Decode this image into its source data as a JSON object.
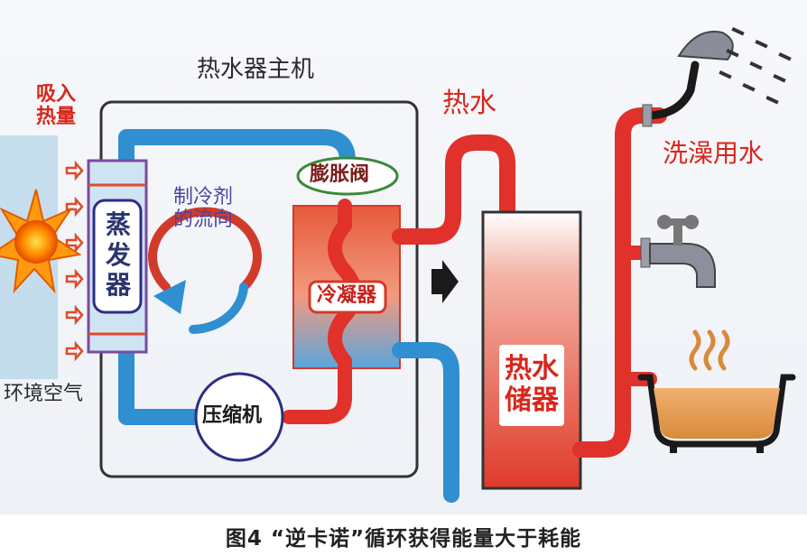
{
  "labels": {
    "host_unit": "热水器主机",
    "absorb_heat": "吸入\n热量",
    "ambient_air": "环境空气",
    "evaporator": "蒸\n发\n器",
    "refrigerant_flow": "制冷剂\n的流向",
    "expansion_valve": "膨胀阀",
    "condenser": "冷凝器",
    "compressor": "压缩机",
    "hot_water": "热水",
    "hot_water_tank": "热水\n储器",
    "bath_water": "洗澡用水"
  },
  "caption": "图4 “逆卡诺”循环获得能量大于耗能",
  "colors": {
    "hot_pipe": "#e0312a",
    "cold_pipe": "#2f8fd0",
    "label_red": "#d8261c",
    "label_navy": "#2a3570",
    "valve_border": "#3a8a3a",
    "compressor_border": "#2d2d86",
    "sun": "#ff7a00"
  },
  "icons": [
    "sun-icon",
    "shower-head-icon",
    "faucet-icon",
    "bathtub-icon",
    "steam-icon",
    "flow-arrow-icon"
  ]
}
